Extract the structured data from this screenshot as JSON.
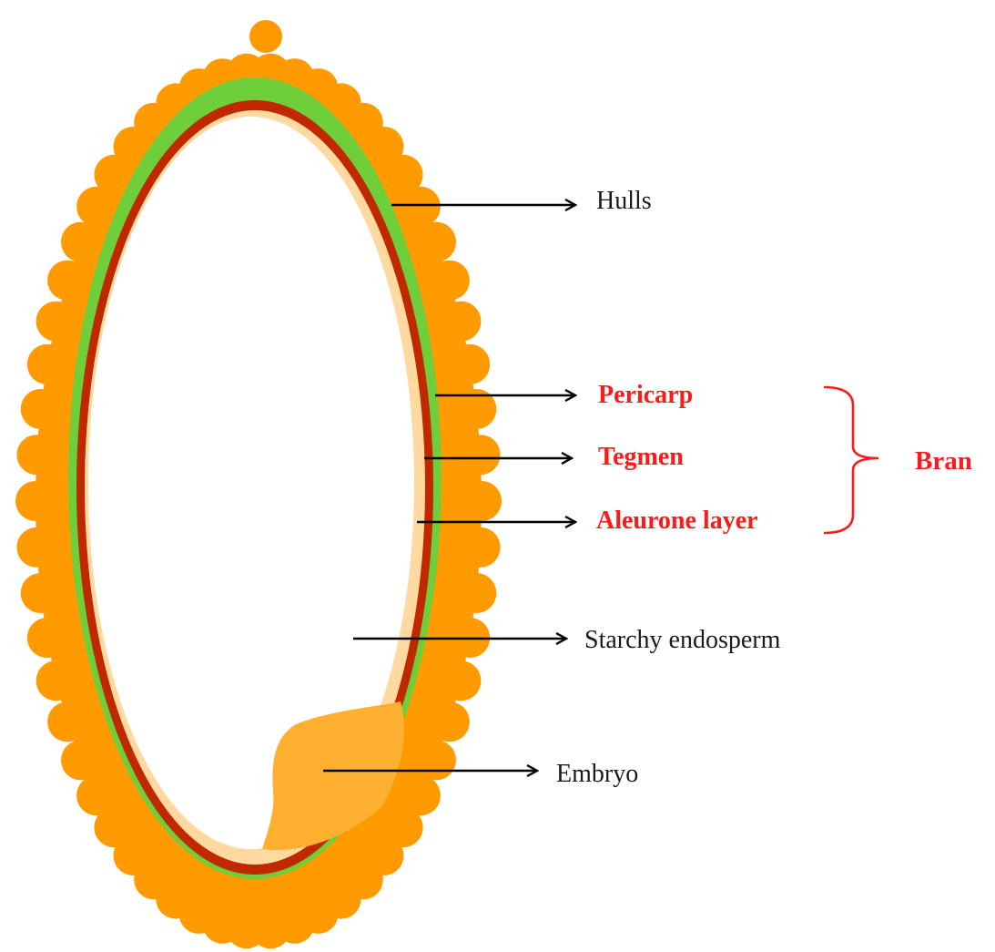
{
  "diagram": {
    "labels": {
      "hulls": "Hulls",
      "pericarp": "Pericarp",
      "tegmen": "Tegmen",
      "aleurone": "Aleurone layer",
      "starchy_endosperm": "Starchy endosperm",
      "embryo": "Embryo",
      "bran": "Bran"
    },
    "colors": {
      "hull": "#ff9a00",
      "pericarp": "#6fcf3a",
      "tegmen": "#c02800",
      "aleurone": "#ffd9a0",
      "embryo": "#ffb030",
      "bran_text": "#ff1a1a",
      "arrow": "#000000"
    }
  }
}
